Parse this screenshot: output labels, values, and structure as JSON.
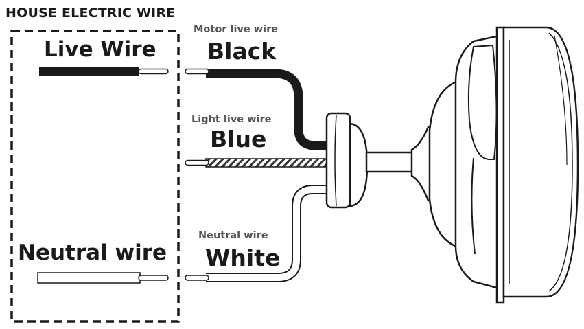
{
  "house_box": {
    "title": "HOUSE ELECTRIC WIRE",
    "live_label": "Live Wire",
    "neutral_label": "Neutral wire"
  },
  "fan_wires": {
    "motor": {
      "label": "Motor live wire",
      "color_name": "Black",
      "color": "#1a1a1a"
    },
    "light": {
      "label": "Light live wire",
      "color_name": "Blue"
    },
    "neutral": {
      "label": "Neutral wire",
      "color_name": "White",
      "color": "#ffffff"
    }
  }
}
